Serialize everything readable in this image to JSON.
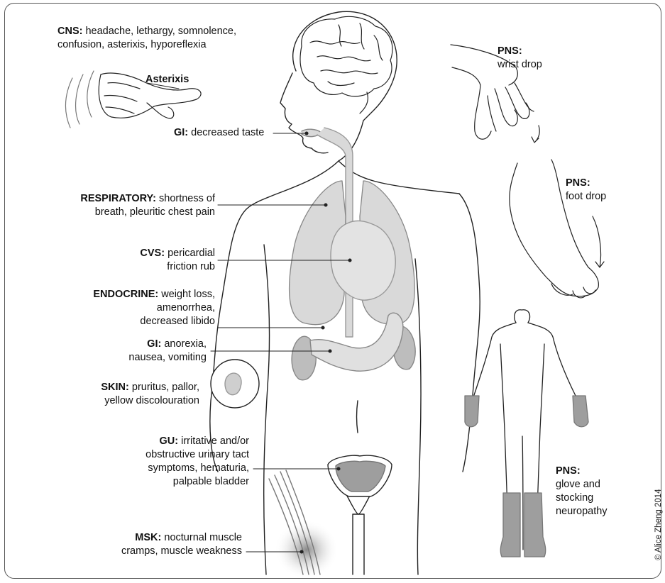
{
  "labels": {
    "cns": {
      "heading": "CNS:",
      "line1": "headache, lethargy,  somnolence,",
      "line2": "confusion, asterixis, hyporeflexia"
    },
    "asterixis": "Asterixis",
    "gi_taste": {
      "heading": "GI:",
      "text": "decreased taste"
    },
    "respiratory": {
      "heading": "RESPIRATORY:",
      "line1": "shortness of",
      "line2": "breath, pleuritic chest pain"
    },
    "cvs": {
      "heading": "CVS:",
      "line1": "pericardial",
      "line2": "friction rub"
    },
    "endocrine": {
      "heading": "ENDOCRINE:",
      "line1": "weight loss,",
      "line2": "amenorrhea,",
      "line3": "decreased libido"
    },
    "gi_stomach": {
      "heading": "GI:",
      "line1": "anorexia,",
      "line2": "nausea, vomiting"
    },
    "skin": {
      "heading": "SKIN:",
      "line1": "pruritus, pallor,",
      "line2": "yellow discolouration"
    },
    "gu": {
      "heading": "GU:",
      "line1": "irritative and/or",
      "line2": "obstructive urinary tact",
      "line3": "symptoms, hematuria,",
      "line4": "palpable bladder"
    },
    "msk": {
      "heading": "MSK:",
      "line1": "nocturnal muscle",
      "line2": "cramps, muscle weakness"
    },
    "pns_wrist": {
      "heading": "PNS:",
      "text": "wrist drop"
    },
    "pns_foot": {
      "heading": "PNS:",
      "text": "foot drop"
    },
    "pns_glove": {
      "heading": "PNS:",
      "line1": "glove and",
      "line2": "stocking",
      "line3": "neuropathy"
    }
  },
  "copyright": "© Alice Zheng 2014",
  "colors": {
    "organ_fill": "#d9d9d9",
    "organ_dark": "#9e9e9e",
    "outline": "#222222"
  }
}
